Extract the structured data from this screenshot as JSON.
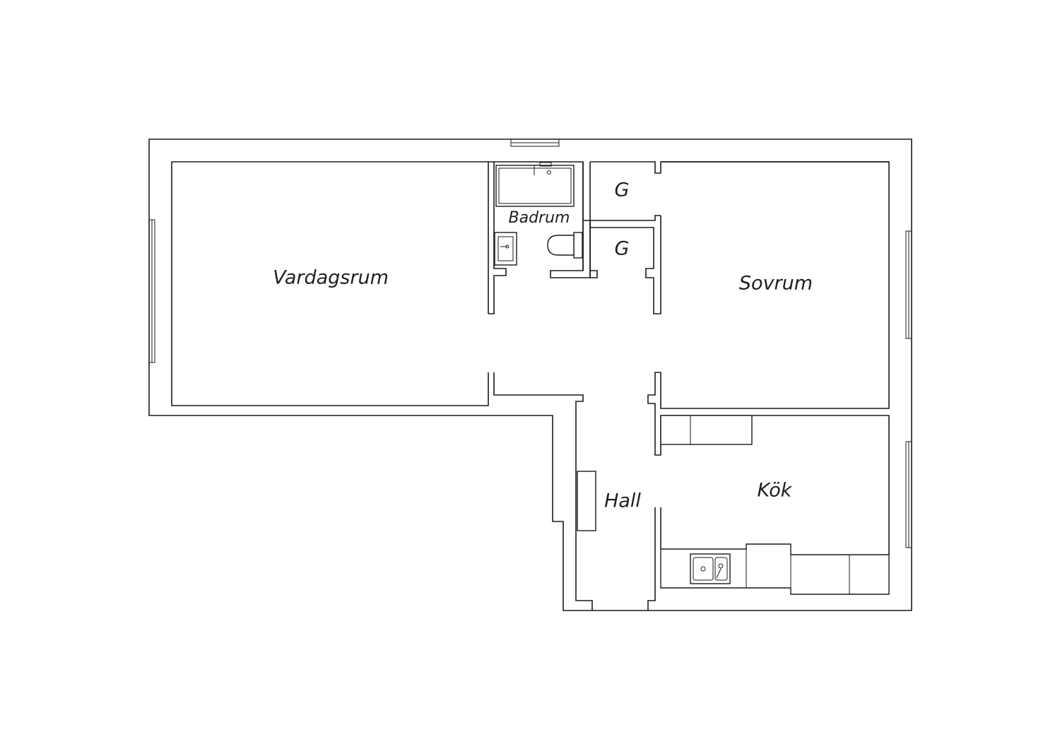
{
  "rooms": {
    "vardagsrum": "Vardagsrum",
    "badrum": "Badrum",
    "closet_upper": "G",
    "closet_lower": "G",
    "sovrum": "Sovrum",
    "hall": "Hall",
    "kok": "Kök"
  },
  "colors": {
    "line": "#1a1a1a",
    "background": "#ffffff",
    "text": "#1f1f1f"
  }
}
